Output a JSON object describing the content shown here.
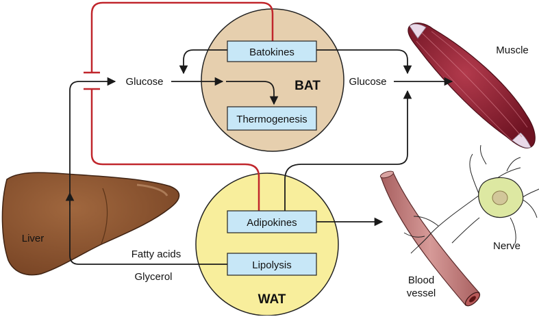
{
  "nodes": {
    "bat": {
      "label": "BAT",
      "fill": "#e6cfae"
    },
    "wat": {
      "label": "WAT",
      "fill": "#f8ee9c"
    },
    "batokines": {
      "label": "Batokines"
    },
    "thermogenesis": {
      "label": "Thermogenesis"
    },
    "adipokines": {
      "label": "Adipokines"
    },
    "lipolysis": {
      "label": "Lipolysis"
    },
    "box_fill": "#c7e7f7"
  },
  "labels": {
    "glucose_left": "Glucose",
    "glucose_right": "Glucose",
    "fatty_acids": "Fatty acids",
    "glycerol": "Glycerol",
    "liver": "Liver",
    "muscle": "Muscle",
    "nerve": "Nerve",
    "blood": "Blood",
    "vessel": "vessel"
  },
  "colors": {
    "inhibit_line": "#c0262c",
    "arrow": "#1a1a1a",
    "liver": "#8a5330",
    "muscle": "#8b1e2f",
    "vessel": "#c48080",
    "nerve_cell": "#dbe89a"
  }
}
